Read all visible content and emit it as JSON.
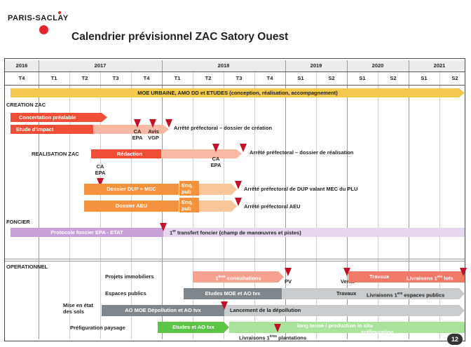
{
  "brand": "PARIS-SACLAY",
  "title": "Calendrier prévisionnel ZAC Satory Ouest",
  "years": [
    "2016",
    "2017",
    "2018",
    "2019",
    "2020",
    "2021"
  ],
  "periods": [
    "T4",
    "T1",
    "T2",
    "T3",
    "T4",
    "T1",
    "T2",
    "T3",
    "T4",
    "S1",
    "S2",
    "S1",
    "S2",
    "S1",
    "S2"
  ],
  "moe_bar": "MOE URBAINE, AMO DD et ETUDES (conception, réalisation, accompagnement)",
  "creation": {
    "section": "CREATION ZAC",
    "concertation": "Concertation préalable",
    "etude_impact": "Etude d'impact",
    "ca_epa": "CA\nEPA",
    "avis_vgp": "Avis\nVGP",
    "arrete_creation": "Arrêté préfectoral – dossier de création"
  },
  "realisation": {
    "label": "REALISATION ZAC",
    "redaction": "Rédaction",
    "ca_epa": "CA\nEPA",
    "arrete_realisation": "Arrêté préfectoral – dossier de réalisation"
  },
  "dup": {
    "ca_epa": "CA\nEPA",
    "dossier_dup": "Dossier DUP + MEC",
    "enq_pub": "Enq.\npub",
    "arrete_dup": "Arrêté préfectoral de DUP valant MEC du PLU",
    "dossier_aeu": "Dossier AEU",
    "enq_pub_2": "Enq.\npub",
    "arrete_aeu": "Arrêté préfectoral AEU"
  },
  "foncier": {
    "section": "FONCIER",
    "protocole": "Protocole foncier EPA - ETAT",
    "transfert_pre": "1",
    "transfert_sup": "er",
    "transfert_post": " transfert foncier (champ de manœuvres et pistes)"
  },
  "operationnel": {
    "section": "OPERATIONNEL",
    "projets_label": "Projets immobiliers",
    "consultations_pre": "1",
    "consultations_sup": "ères",
    "consultations_post": " consultations",
    "pv": "PV",
    "vente": "Vente",
    "travaux": "Travaux",
    "livraisons_lots_pre": "Livraisons 1",
    "livraisons_lots_sup": "ers",
    "livraisons_lots_post": " lots",
    "espaces_label": "Espaces publics",
    "etudes_moe": "Etudes MOE et AO tvx",
    "travaux_2": "Travaux",
    "livraisons_ep_pre": "Livraisons 1",
    "livraisons_ep_sup": "ers",
    "livraisons_ep_post": " espaces publics",
    "mise_label": "Mise en état\ndes sols",
    "ao_moe": "AO MOE Dépollution et AO tvx",
    "lancement": "Lancement de la dépollution",
    "prefig_label": "Préfiguration paysage",
    "etudes_ao": "Etudes et AO tvx",
    "long_terme": "long terme / production in situ",
    "prefiguration": "préfiguration",
    "livraisons_plant_pre": "Livraisons 1",
    "livraisons_plant_sup": "ères",
    "livraisons_plant_post": " plantations"
  },
  "page_number": "12",
  "colors": {
    "accent_red": "#e8232f",
    "milestone": "#c0102a",
    "moe_yellow": "#f2c94c",
    "creation_red": "#f04e37",
    "salmon": "#f7b9a3",
    "orange": "#f5923e",
    "light_orange": "#fbc59a",
    "purple": "#c8a0d8",
    "light_purple": "#e6d6ee",
    "gray_dark": "#7f868c",
    "gray_light": "#c9ccce",
    "green": "#5cc546",
    "light_green": "#a9e39b"
  }
}
